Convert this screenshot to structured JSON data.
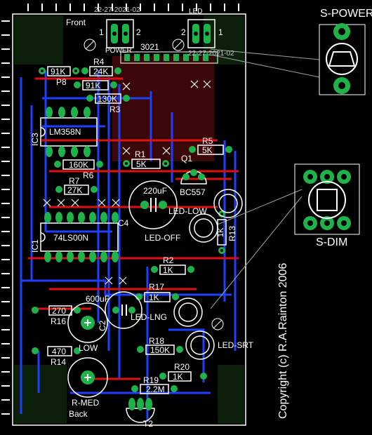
{
  "board": {
    "top_code": "22-27-2021-02",
    "front_label": "Front",
    "back_label": "Back",
    "copyright": "Copyright (c) R.A.Rainton 2006"
  },
  "connectors": {
    "power": {
      "label": "POWER",
      "pin1": "1",
      "pin2": "2"
    },
    "led": {
      "label": "LED",
      "pin1": "2",
      "pin2": "1"
    },
    "header": {
      "label": "3021",
      "code": "22-27-2021-02"
    }
  },
  "offboard": {
    "s_power": "S-POWER",
    "s_dim": "S-DIM"
  },
  "components": {
    "resistors": [
      {
        "ref": "R4",
        "value": "24K"
      },
      {
        "ref": "P8",
        "value": "91K"
      },
      {
        "ref": "",
        "value": "91K"
      },
      {
        "ref": "R3",
        "value": "130K"
      },
      {
        "ref": "R1",
        "value": "5K"
      },
      {
        "ref": "R5",
        "value": "5K"
      },
      {
        "ref": "R6",
        "value": "160K"
      },
      {
        "ref": "R7",
        "value": "27K"
      },
      {
        "ref": "R13",
        "value": "1K"
      },
      {
        "ref": "R2",
        "value": "1K"
      },
      {
        "ref": "R17",
        "value": "1K"
      },
      {
        "ref": "R16",
        "value": "270"
      },
      {
        "ref": "R14",
        "value": "470"
      },
      {
        "ref": "R18",
        "value": "150K"
      },
      {
        "ref": "R20",
        "value": "1K"
      },
      {
        "ref": "R19",
        "value": "2.2M"
      }
    ],
    "ics": [
      {
        "ref": "IC3",
        "value": "LM358N"
      },
      {
        "ref": "IC1",
        "value": "74LS00N"
      }
    ],
    "caps": [
      {
        "ref": "C4",
        "value": "220uF"
      },
      {
        "ref": "C2",
        "value": "600uF"
      }
    ],
    "transistors": [
      {
        "ref": "Q1",
        "value": "BC557"
      },
      {
        "ref": "T2",
        "value": ""
      }
    ],
    "leds": [
      "LED-LOW",
      "LED-OFF",
      "LED-LNG",
      "LED-SRT"
    ],
    "pots": [
      "LOW",
      "R-MED"
    ]
  }
}
